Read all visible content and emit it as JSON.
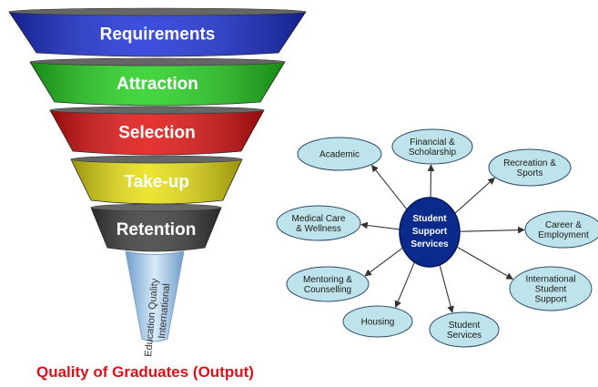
{
  "funnel": {
    "layers": [
      {
        "label": "Requirements",
        "color": "#1a2fd6"
      },
      {
        "label": "Attraction",
        "color": "#22d01e"
      },
      {
        "label": "Selection",
        "color": "#e01010"
      },
      {
        "label": "Take-up",
        "color": "#e8e010"
      },
      {
        "label": "Retention",
        "color": "#3a3a3a"
      }
    ],
    "spout_lines": [
      "Education Quality",
      "International"
    ],
    "spout_color": "#9fc3e8"
  },
  "caption": "Quality of Graduates (Output)",
  "support_diagram": {
    "center": {
      "lines": [
        "Student",
        "Support",
        "Services"
      ],
      "color": "#0a2a8c"
    },
    "node_color": "#bfe3ea",
    "nodes": [
      {
        "id": "academic",
        "lines": [
          "Academic"
        ]
      },
      {
        "id": "financial",
        "lines": [
          "Financial &",
          "Scholarship"
        ]
      },
      {
        "id": "recreation",
        "lines": [
          "Recreation &",
          "Sports"
        ]
      },
      {
        "id": "career",
        "lines": [
          "Career &",
          "Employment"
        ]
      },
      {
        "id": "international",
        "lines": [
          "International",
          "Student",
          "Support"
        ]
      },
      {
        "id": "student-services",
        "lines": [
          "Student",
          "Services"
        ]
      },
      {
        "id": "housing",
        "lines": [
          "Housing"
        ]
      },
      {
        "id": "mentoring",
        "lines": [
          "Mentoring &",
          "Counselling"
        ]
      },
      {
        "id": "medical",
        "lines": [
          "Medical Care",
          "& Wellness"
        ]
      }
    ]
  }
}
